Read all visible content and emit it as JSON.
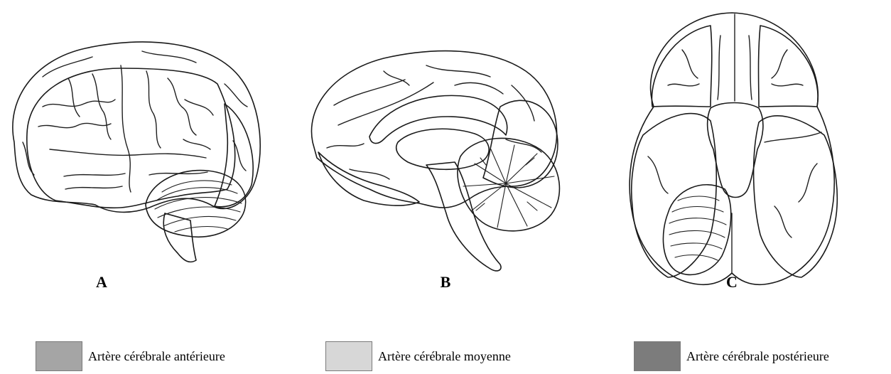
{
  "figure": {
    "panels": [
      {
        "id": "lateral",
        "label": "A"
      },
      {
        "id": "medial",
        "label": "B"
      },
      {
        "id": "inferior",
        "label": "C"
      }
    ],
    "legend": [
      {
        "label": "Artère cérébrale antérieure",
        "color": "#a5a5a5"
      },
      {
        "label": "Artère cérébrale moyenne",
        "color": "#d7d7d7"
      },
      {
        "label": "Artère cérébrale postérieure",
        "color": "#7c7c7c"
      }
    ],
    "colors": {
      "anterior": "#a5a5a5",
      "middle": "#d7d7d7",
      "posterior": "#7c7c7c",
      "white": "#ffffff",
      "outline": "#1a1a1a"
    }
  }
}
